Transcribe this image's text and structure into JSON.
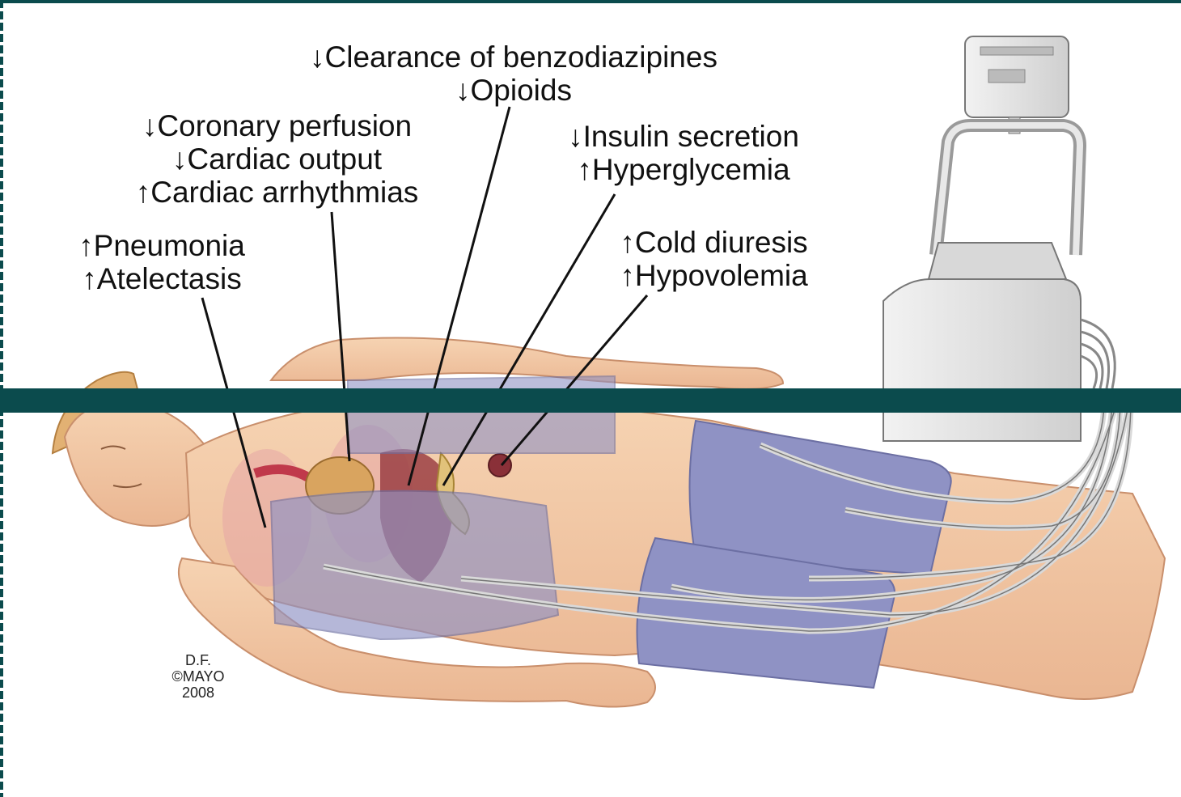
{
  "labels": {
    "drugs": [
      "↓Clearance of benzodiazipines",
      "↓Opioids"
    ],
    "cardiac": [
      "↓Coronary perfusion",
      "↓Cardiac output",
      "↑Cardiac arrhythmias"
    ],
    "lungs": [
      "↑Pneumonia",
      "↑Atelectasis"
    ],
    "pancreas": [
      "↓Insulin secretion",
      "↑Hyperglycemia"
    ],
    "kidney": [
      "↑Cold diuresis",
      "↑Hypovolemia"
    ]
  },
  "credit": [
    "D.F.",
    "©MAYO",
    "2008"
  ],
  "colors": {
    "frame": "#0b4b4d",
    "wraps": "#8f92c4",
    "skin": "#f3c9a4",
    "device": "#e4e4e4",
    "liver": "#9b3f44"
  }
}
